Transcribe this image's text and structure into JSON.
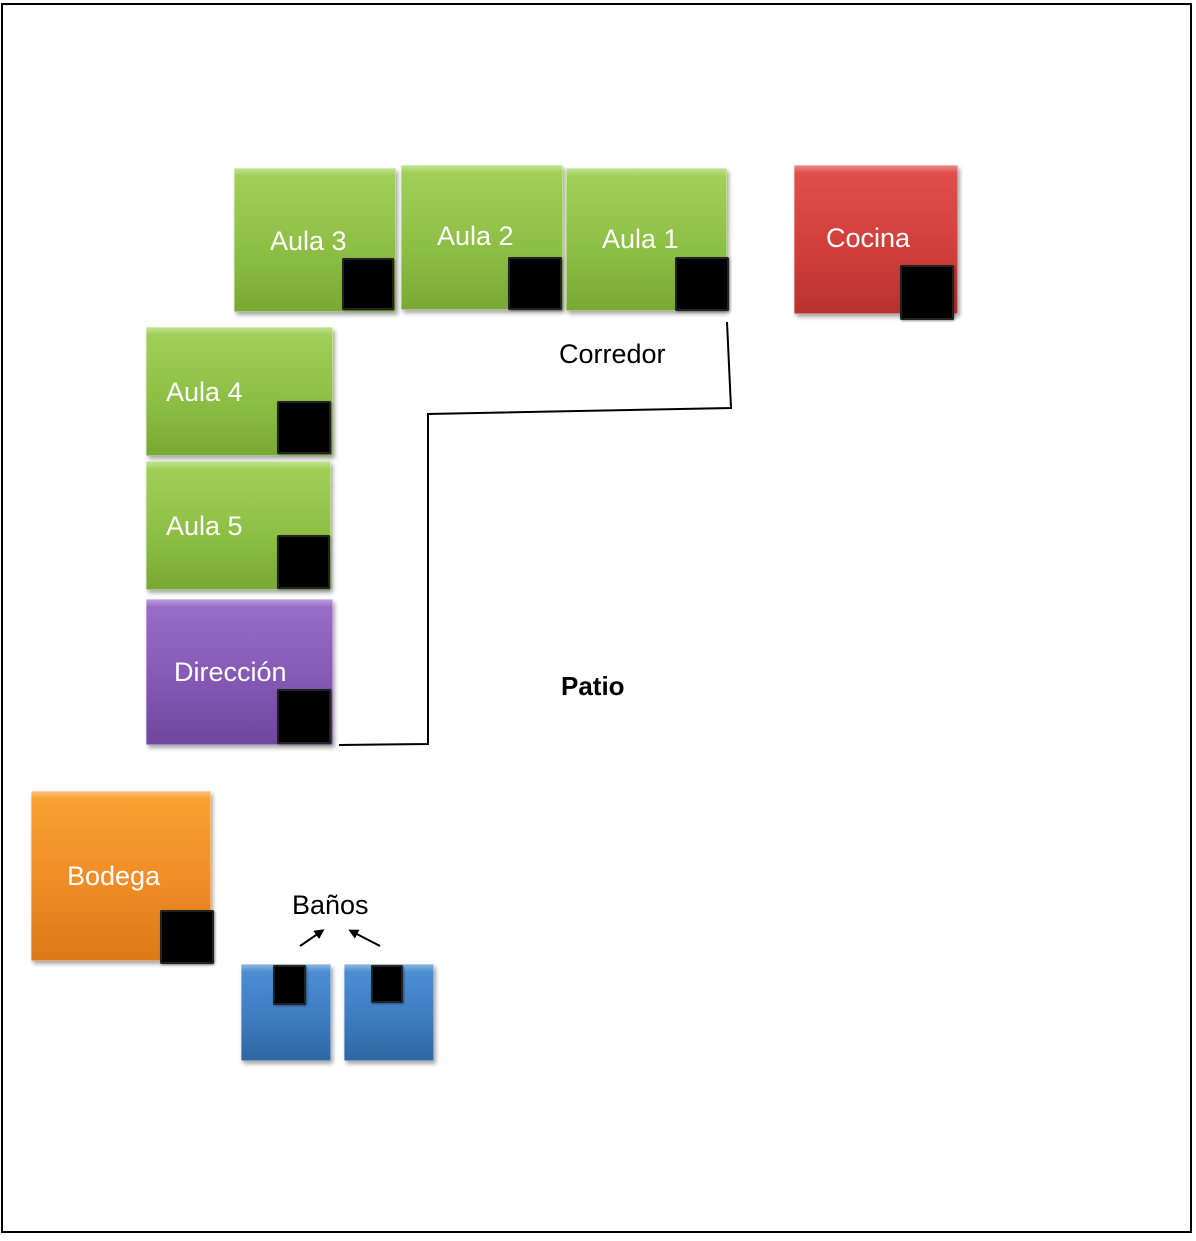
{
  "rooms": {
    "aula3": "Aula 3",
    "aula2": "Aula 2",
    "aula1": "Aula 1",
    "cocina": "Cocina",
    "aula4": "Aula 4",
    "aula5": "Aula 5",
    "direccion": "Dirección",
    "bodega": "Bodega"
  },
  "labels": {
    "corredor": "Corredor",
    "patio": "Patio",
    "banos": "Baños"
  },
  "colors": {
    "aulas": "#8ebf45",
    "cocina": "#d23f3b",
    "direccion": "#8459b5",
    "bodega": "#f08c25",
    "banos": "#3e7cc0",
    "door": "#000000"
  }
}
